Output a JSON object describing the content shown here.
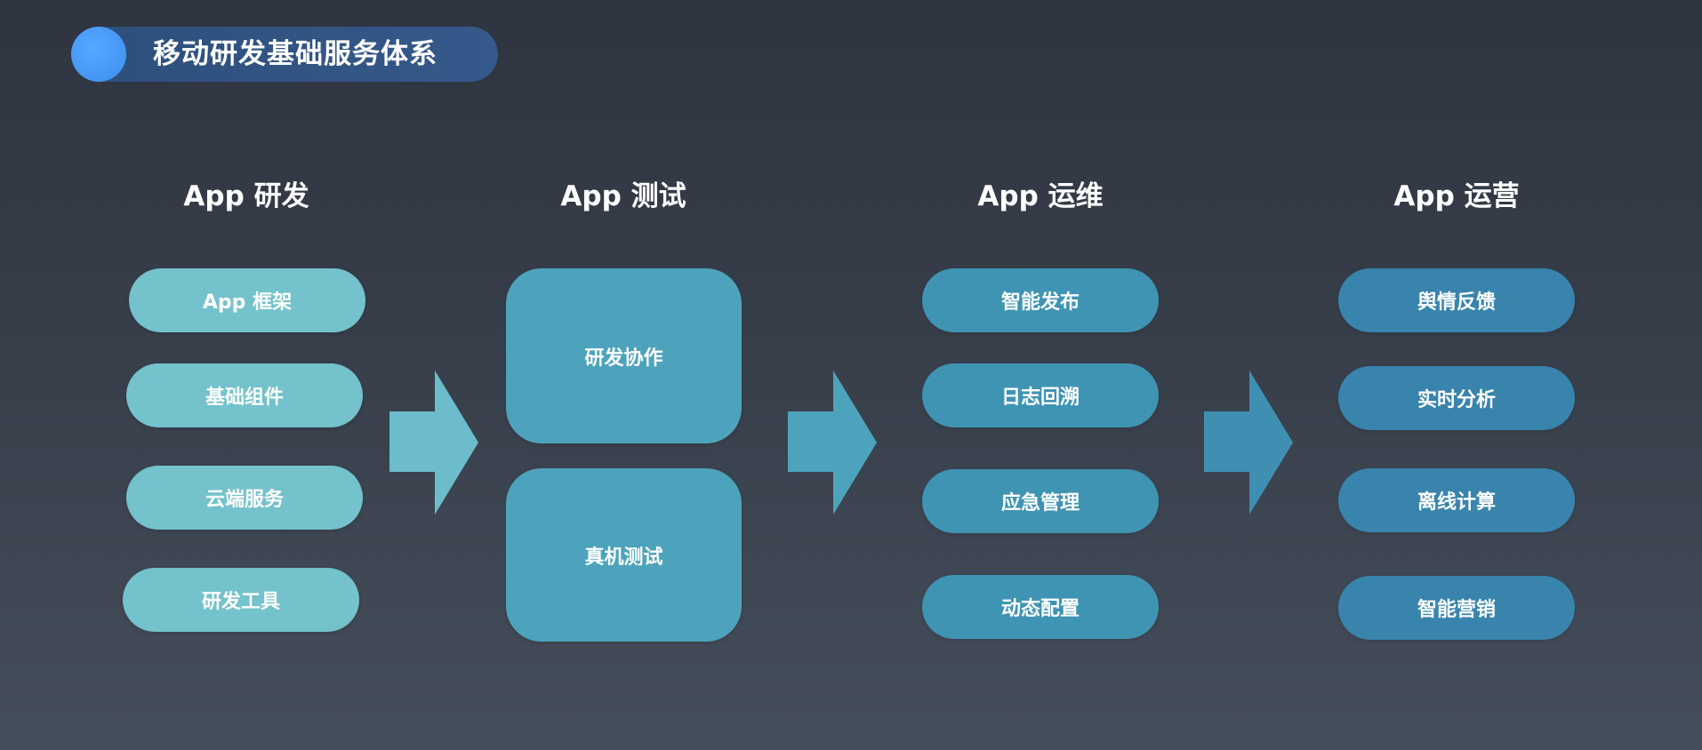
{
  "title": "移动研发基础服务体系",
  "columns": [
    {
      "heading": "App 研发",
      "items": [
        "App 框架",
        "基础组件",
        "云端服务",
        "研发工具"
      ]
    },
    {
      "heading": "App 测试",
      "items": [
        "研发协作",
        "真机测试"
      ]
    },
    {
      "heading": "App 运维",
      "items": [
        "智能发布",
        "日志回溯",
        "应急管理",
        "动态配置"
      ]
    },
    {
      "heading": "App 运营",
      "items": [
        "舆情反馈",
        "实时分析",
        "离线计算",
        "智能营销"
      ]
    }
  ],
  "colors": {
    "background_top": "#2e3440",
    "background_bottom": "#454e5b",
    "title_pill": "#2d4f7b",
    "title_dot": "#4a9bff",
    "col1_pill": "#74c2cb",
    "col2_box": "#4ea3bc",
    "col3_pill": "#3f94b4",
    "col4_pill": "#3884ac",
    "arrow1": "#6cbccb",
    "arrow2": "#4ea3bc",
    "arrow3": "#3f8fb2"
  }
}
